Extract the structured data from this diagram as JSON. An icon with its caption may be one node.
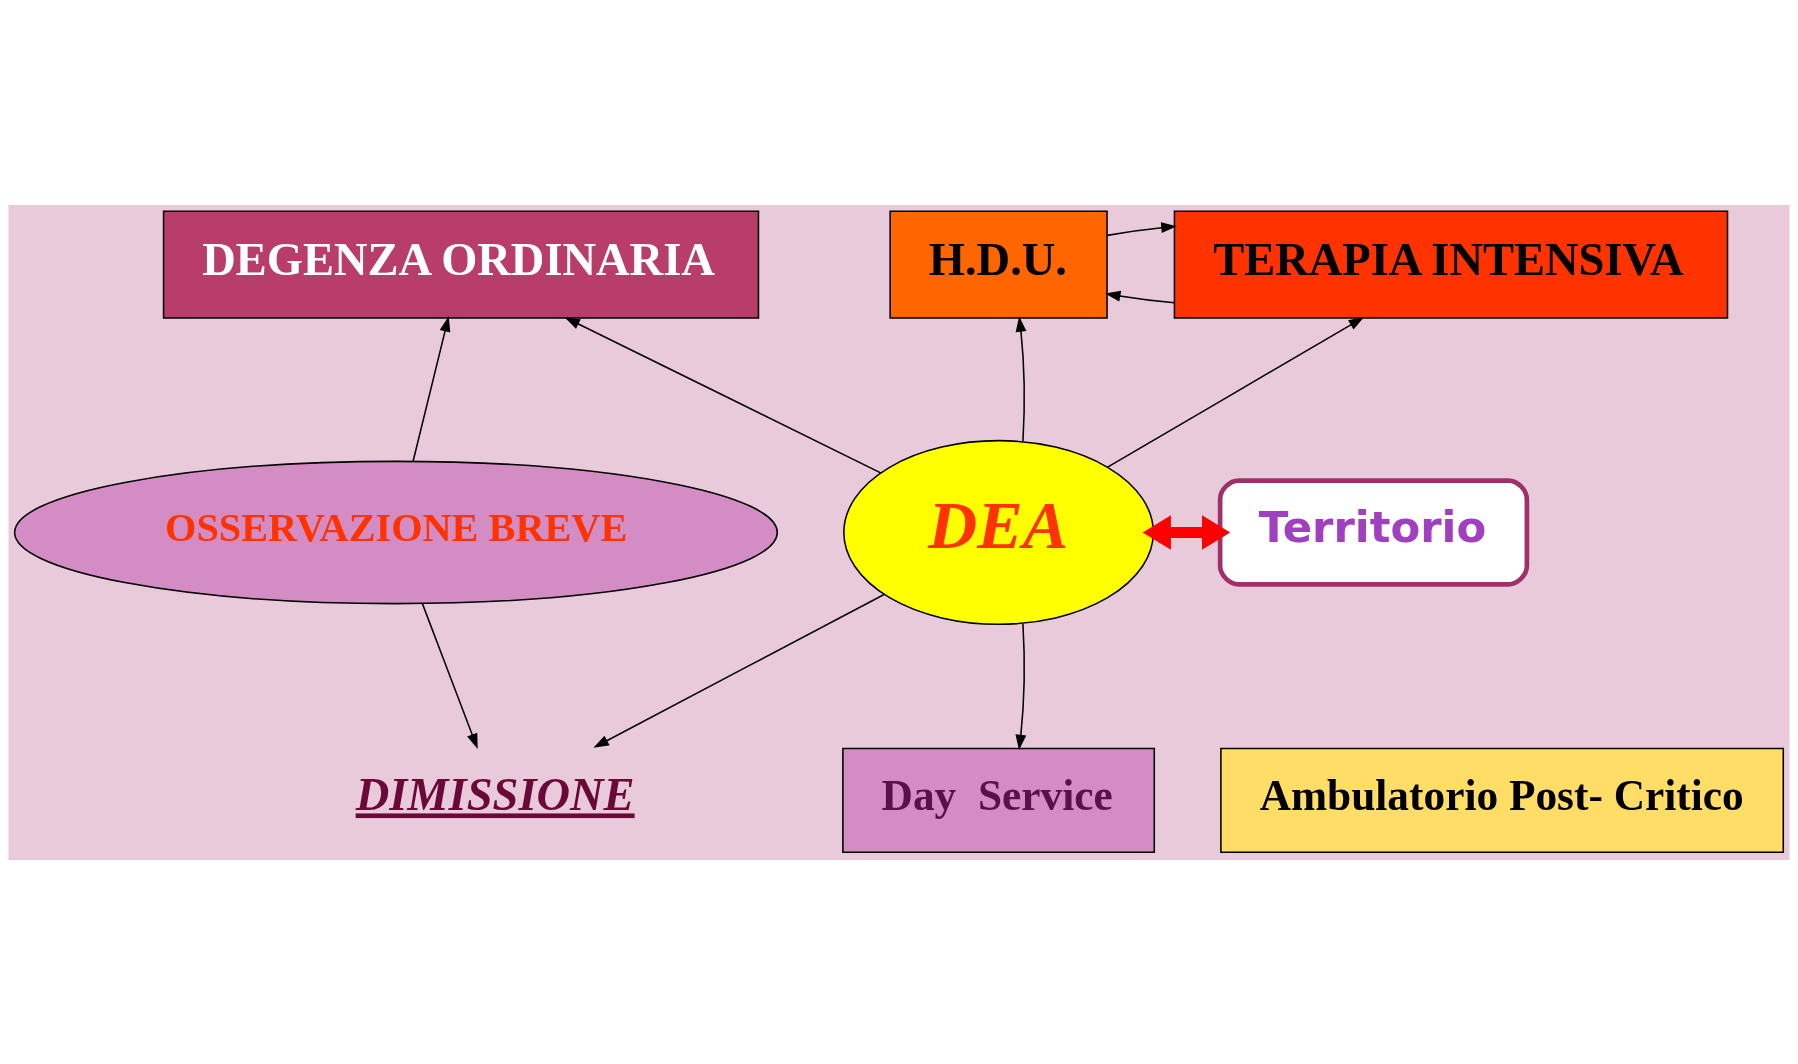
{
  "diagram": {
    "nodes": [
      {
        "text": [
          "DEGENZA ORDINARIA"
        ]
      },
      {
        "text": [
          "H.D.U."
        ]
      },
      {
        "text": [
          "TERAPIA INTENSIVA"
        ]
      },
      {
        "text": [
          "OSSERVAZIONE BREVE"
        ]
      },
      {
        "text": [
          "DEA"
        ]
      },
      {
        "text": [
          "Territorio"
        ]
      },
      {
        "text": [
          "DIMISSIONE"
        ]
      },
      {
        "text": [
          "Day  Service"
        ]
      },
      {
        "text": [
          "Ambulatorio Post- Critico"
        ]
      }
    ],
    "edges": [
      {
        "from": 3,
        "to": 0,
        "arrow": "to"
      },
      {
        "from": 4,
        "to": 0,
        "arrow": "to"
      },
      {
        "from": 4,
        "to": 1,
        "arrow": "to"
      },
      {
        "from": 2,
        "to": 1,
        "arrow": "to"
      },
      {
        "from": 1,
        "to": 2,
        "arrow": "to"
      },
      {
        "from": 4,
        "to": 2,
        "arrow": "to"
      },
      {
        "from": 4,
        "to": 5,
        "arrow": "both",
        "style": "thick",
        "color": "#ff0000"
      },
      {
        "from": 3,
        "to": 6,
        "arrow": "to"
      },
      {
        "from": 4,
        "to": 6,
        "arrow": "to"
      },
      {
        "from": 4,
        "to": 7,
        "arrow": "to"
      }
    ]
  }
}
